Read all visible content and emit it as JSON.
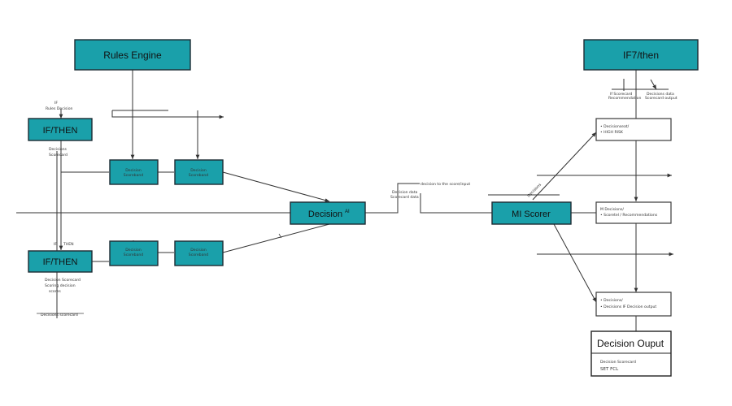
{
  "nodes": {
    "rules_engine": "Rules Engine",
    "ifthen_top_left": "IF/THEN",
    "ifthen_bottom_left": "IF/THEN",
    "decision_ai": "Decision",
    "decision_ai_sup": "AI",
    "ml_scorer": "MI Scorer",
    "ifthen_top_right": "IF7/then",
    "decision_output": "Decision Ouput",
    "small_box_label": "Decision",
    "small_box_sub": "Scoreband"
  },
  "right_panels": {
    "panel_1": [
      "• Decisionseat/",
      "• HIGH RISK"
    ],
    "panel_2": [
      "M Decisions/",
      "• Scoretel / Recommendations"
    ],
    "panel_3": [
      "• Decisions/",
      "• Decisions IF Decision output"
    ],
    "output_lines": [
      "Decision Scorecard",
      "SET FCL"
    ]
  },
  "annotations": {
    "left_above_ifthen_1": [
      "IF",
      "Rules Decision"
    ],
    "left_below_ifthen_1": [
      "Decisions",
      "Scorecard"
    ],
    "left_above_ifthen_2": [
      "IF",
      "THEN"
    ],
    "left_below_ifthen_2": [
      "Decision Scorecard",
      "Scoring decision",
      "scores"
    ],
    "left_bottom": "Decisions scorecard",
    "right_top_a": [
      "If Scorecard",
      "Recommendation"
    ],
    "right_top_b": [
      "Decisions data",
      "Scorecard output"
    ],
    "middle_a": "decision to the score/input",
    "middle_b": [
      "Decision data",
      "Scorecard data"
    ],
    "ml_diag": "Decisions"
  }
}
